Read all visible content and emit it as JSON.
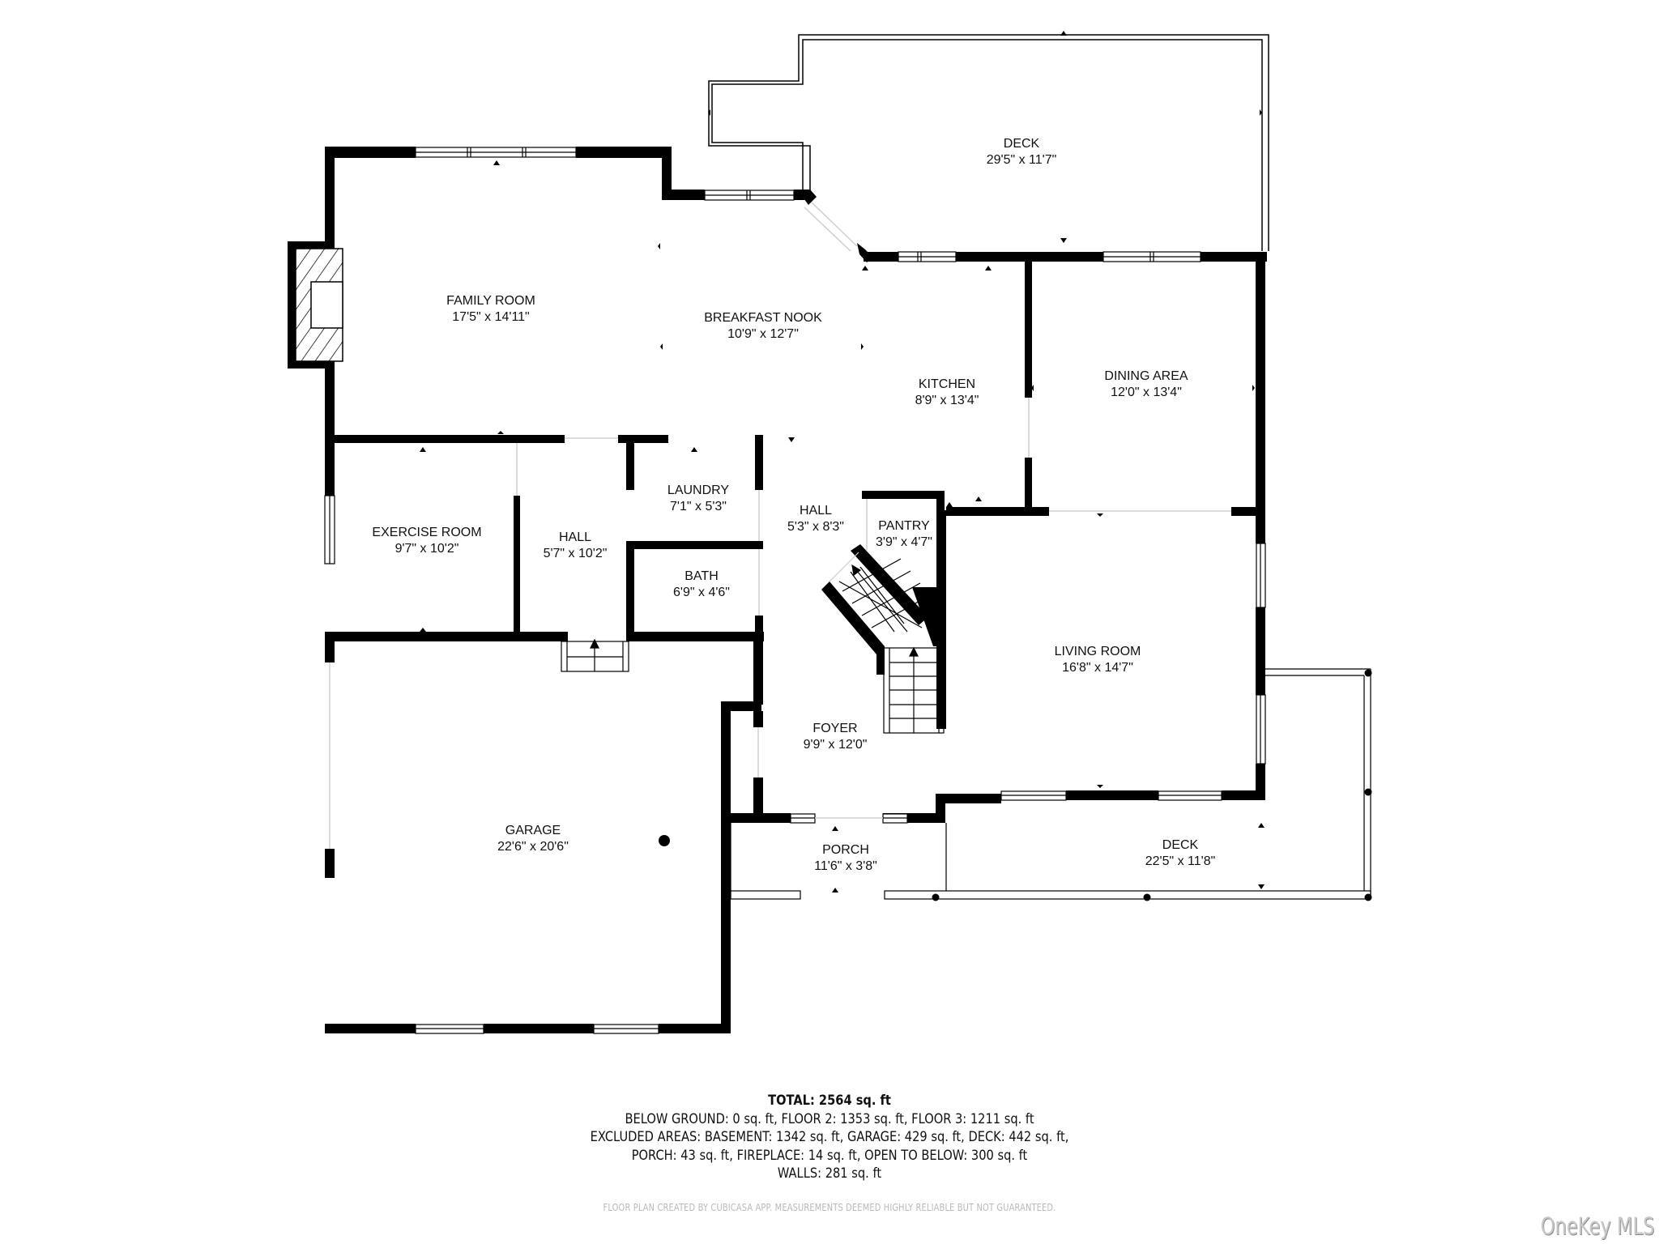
{
  "floor_plan": {
    "rooms": [
      {
        "id": "family-room",
        "name": "FAMILY ROOM",
        "dims": "17'5\" x 14'11\""
      },
      {
        "id": "breakfast-nook",
        "name": "BREAKFAST NOOK",
        "dims": "10'9\" x 12'7\""
      },
      {
        "id": "deck-upper",
        "name": "DECK",
        "dims": "29'5\" x 11'7\""
      },
      {
        "id": "kitchen",
        "name": "KITCHEN",
        "dims": "8'9\" x 13'4\""
      },
      {
        "id": "dining-area",
        "name": "DINING AREA",
        "dims": "12'0\" x 13'4\""
      },
      {
        "id": "exercise-room",
        "name": "EXERCISE ROOM",
        "dims": "9'7\" x 10'2\""
      },
      {
        "id": "hall-west",
        "name": "HALL",
        "dims": "5'7\" x 10'2\""
      },
      {
        "id": "laundry",
        "name": "LAUNDRY",
        "dims": "7'1\" x 5'3\""
      },
      {
        "id": "hall-central",
        "name": "HALL",
        "dims": "5'3\" x 8'3\""
      },
      {
        "id": "pantry",
        "name": "PANTRY",
        "dims": "3'9\" x 4'7\""
      },
      {
        "id": "bath",
        "name": "BATH",
        "dims": "6'9\" x 4'6\""
      },
      {
        "id": "living-room",
        "name": "LIVING ROOM",
        "dims": "16'8\" x 14'7\""
      },
      {
        "id": "foyer",
        "name": "FOYER",
        "dims": "9'9\" x 12'0\""
      },
      {
        "id": "garage",
        "name": "GARAGE",
        "dims": "22'6\" x 20'6\""
      },
      {
        "id": "porch",
        "name": "PORCH",
        "dims": "11'6\" x 3'8\""
      },
      {
        "id": "deck-lower",
        "name": "DECK",
        "dims": "22'5\" x 11'8\""
      }
    ],
    "wall_color": "#000000",
    "background": "#ffffff"
  },
  "summary": {
    "total": "TOTAL: 2564 sq. ft",
    "line1": "BELOW GROUND: 0 sq. ft, FLOOR 2: 1353 sq. ft, FLOOR 3: 1211 sq. ft",
    "line2": "EXCLUDED AREAS: BASEMENT: 1342 sq. ft, GARAGE: 429 sq. ft, DECK: 442 sq. ft,",
    "line3": "PORCH: 43 sq. ft, FIREPLACE: 14 sq. ft, OPEN TO BELOW: 300 sq. ft",
    "line4": "WALLS: 281 sq. ft"
  },
  "disclaimer": "FLOOR PLAN CREATED BY CUBICASA APP. MEASUREMENTS DEEMED HIGHLY RELIABLE BUT NOT GUARANTEED.",
  "watermark": "OneKey MLS"
}
